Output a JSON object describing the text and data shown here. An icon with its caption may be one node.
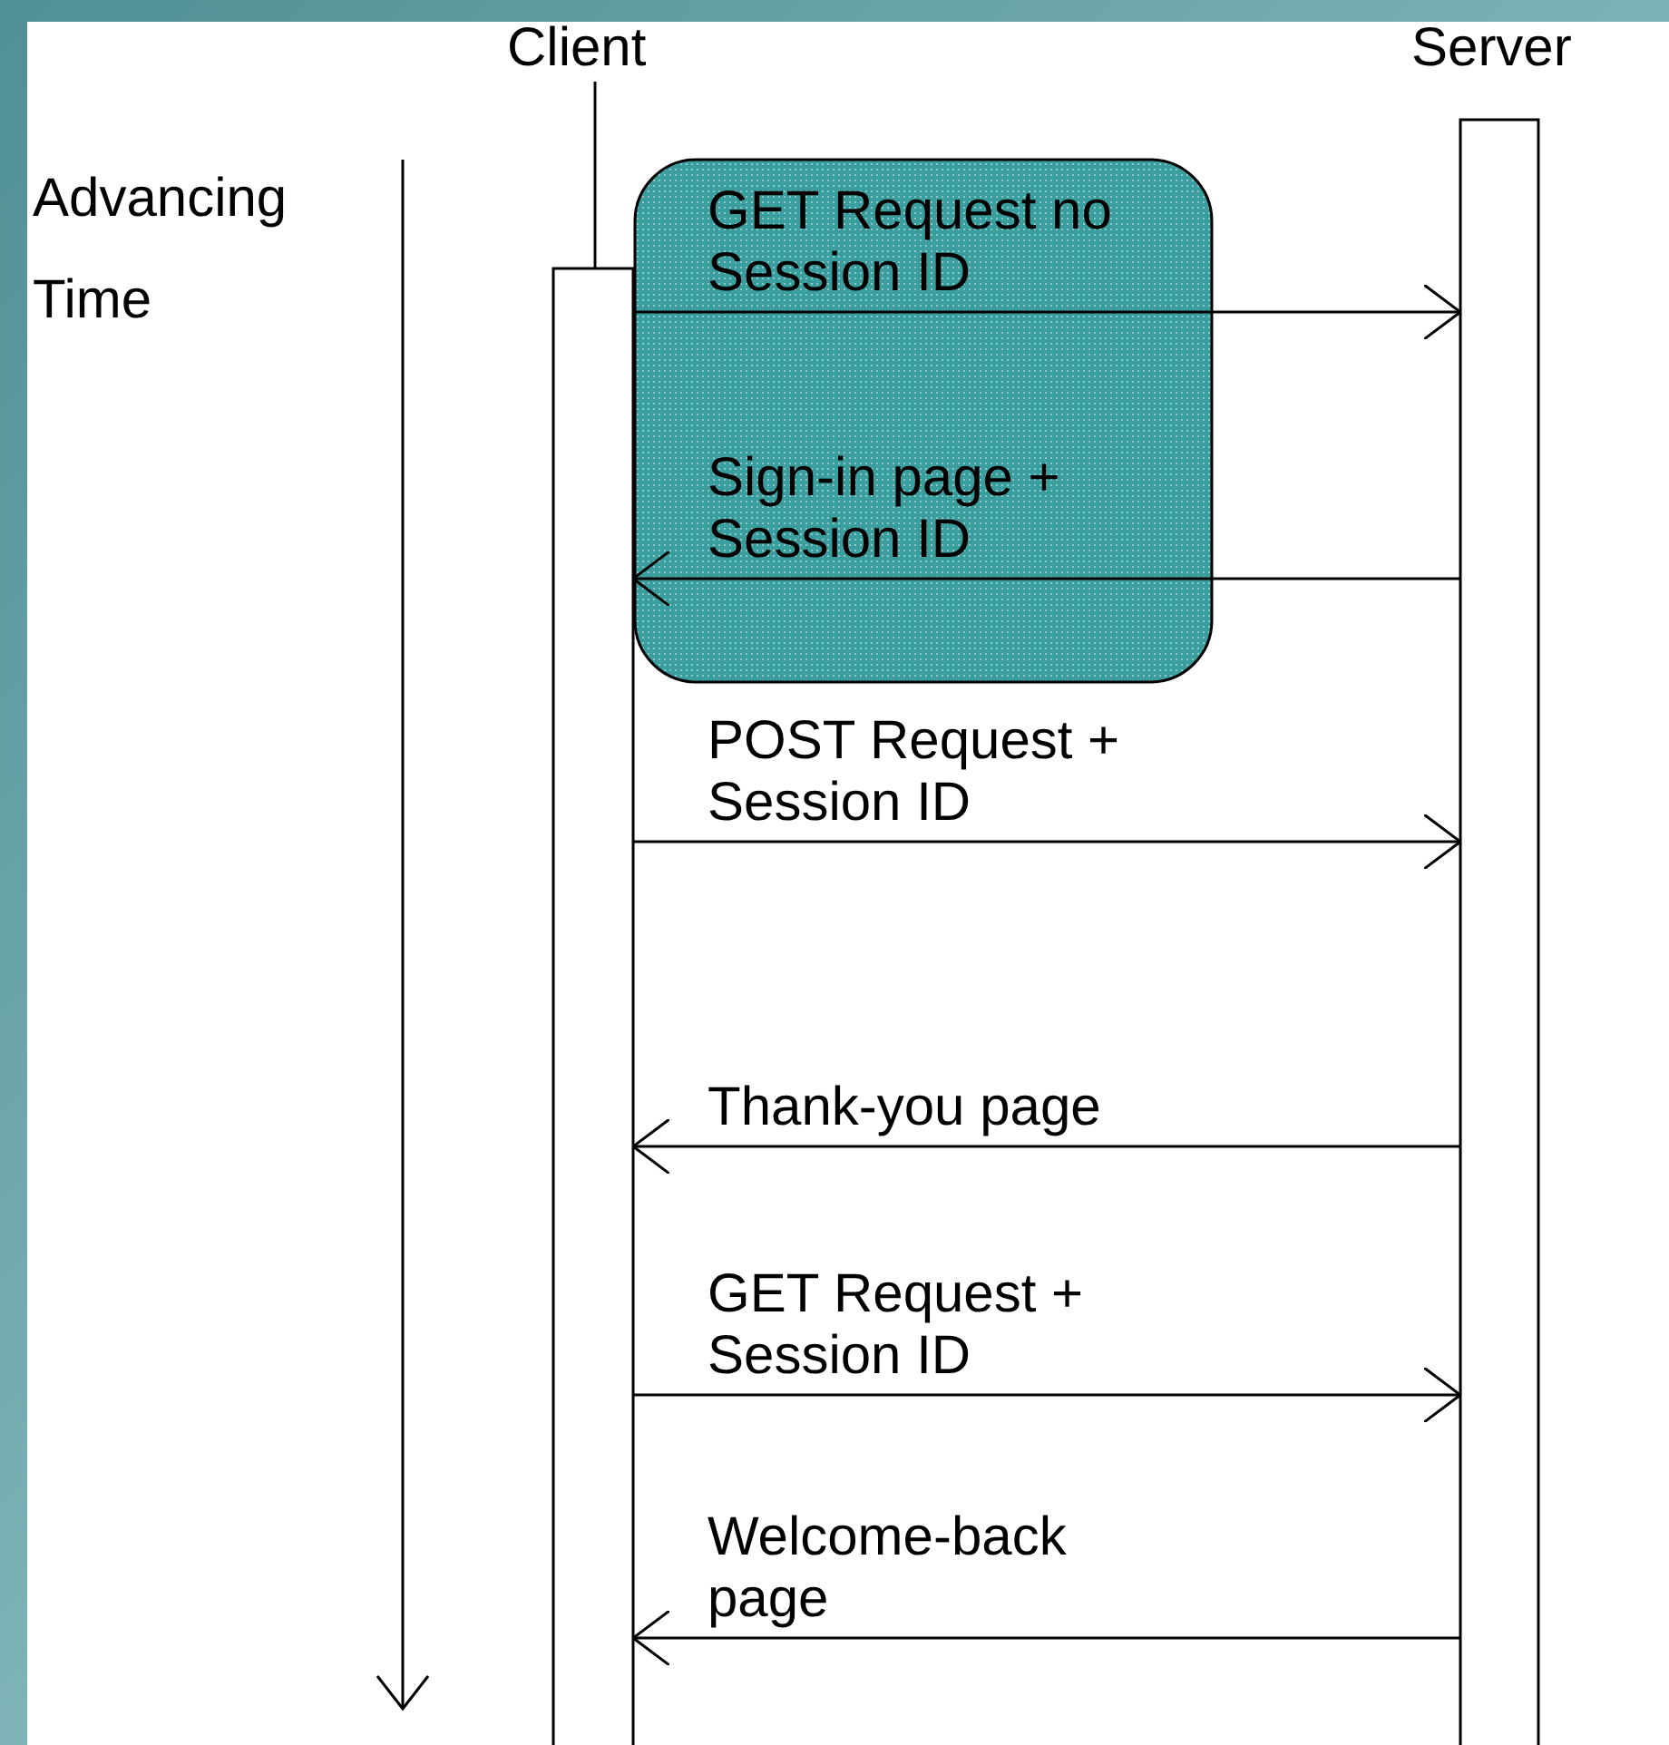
{
  "diagram": {
    "nodes": [
      {
        "text": [
          "Client"
        ]
      },
      {
        "text": [
          "Server"
        ]
      }
    ],
    "edges": [
      {
        "from": 0,
        "to": 1,
        "arrow": "to",
        "label": "GET Request no Session ID"
      },
      {
        "from": 1,
        "to": 0,
        "arrow": "to",
        "label": "Sign-in page + Session ID"
      },
      {
        "from": 0,
        "to": 1,
        "arrow": "to",
        "label": "POST Request + Session ID"
      },
      {
        "from": 1,
        "to": 0,
        "arrow": "to",
        "label": "Thank-you page"
      },
      {
        "from": 0,
        "to": 1,
        "arrow": "to",
        "label": "GET Request + Session ID"
      },
      {
        "from": 1,
        "to": 0,
        "arrow": "to",
        "label": "Welcome-back page"
      }
    ],
    "labels": [
      "Advancing Time"
    ]
  }
}
